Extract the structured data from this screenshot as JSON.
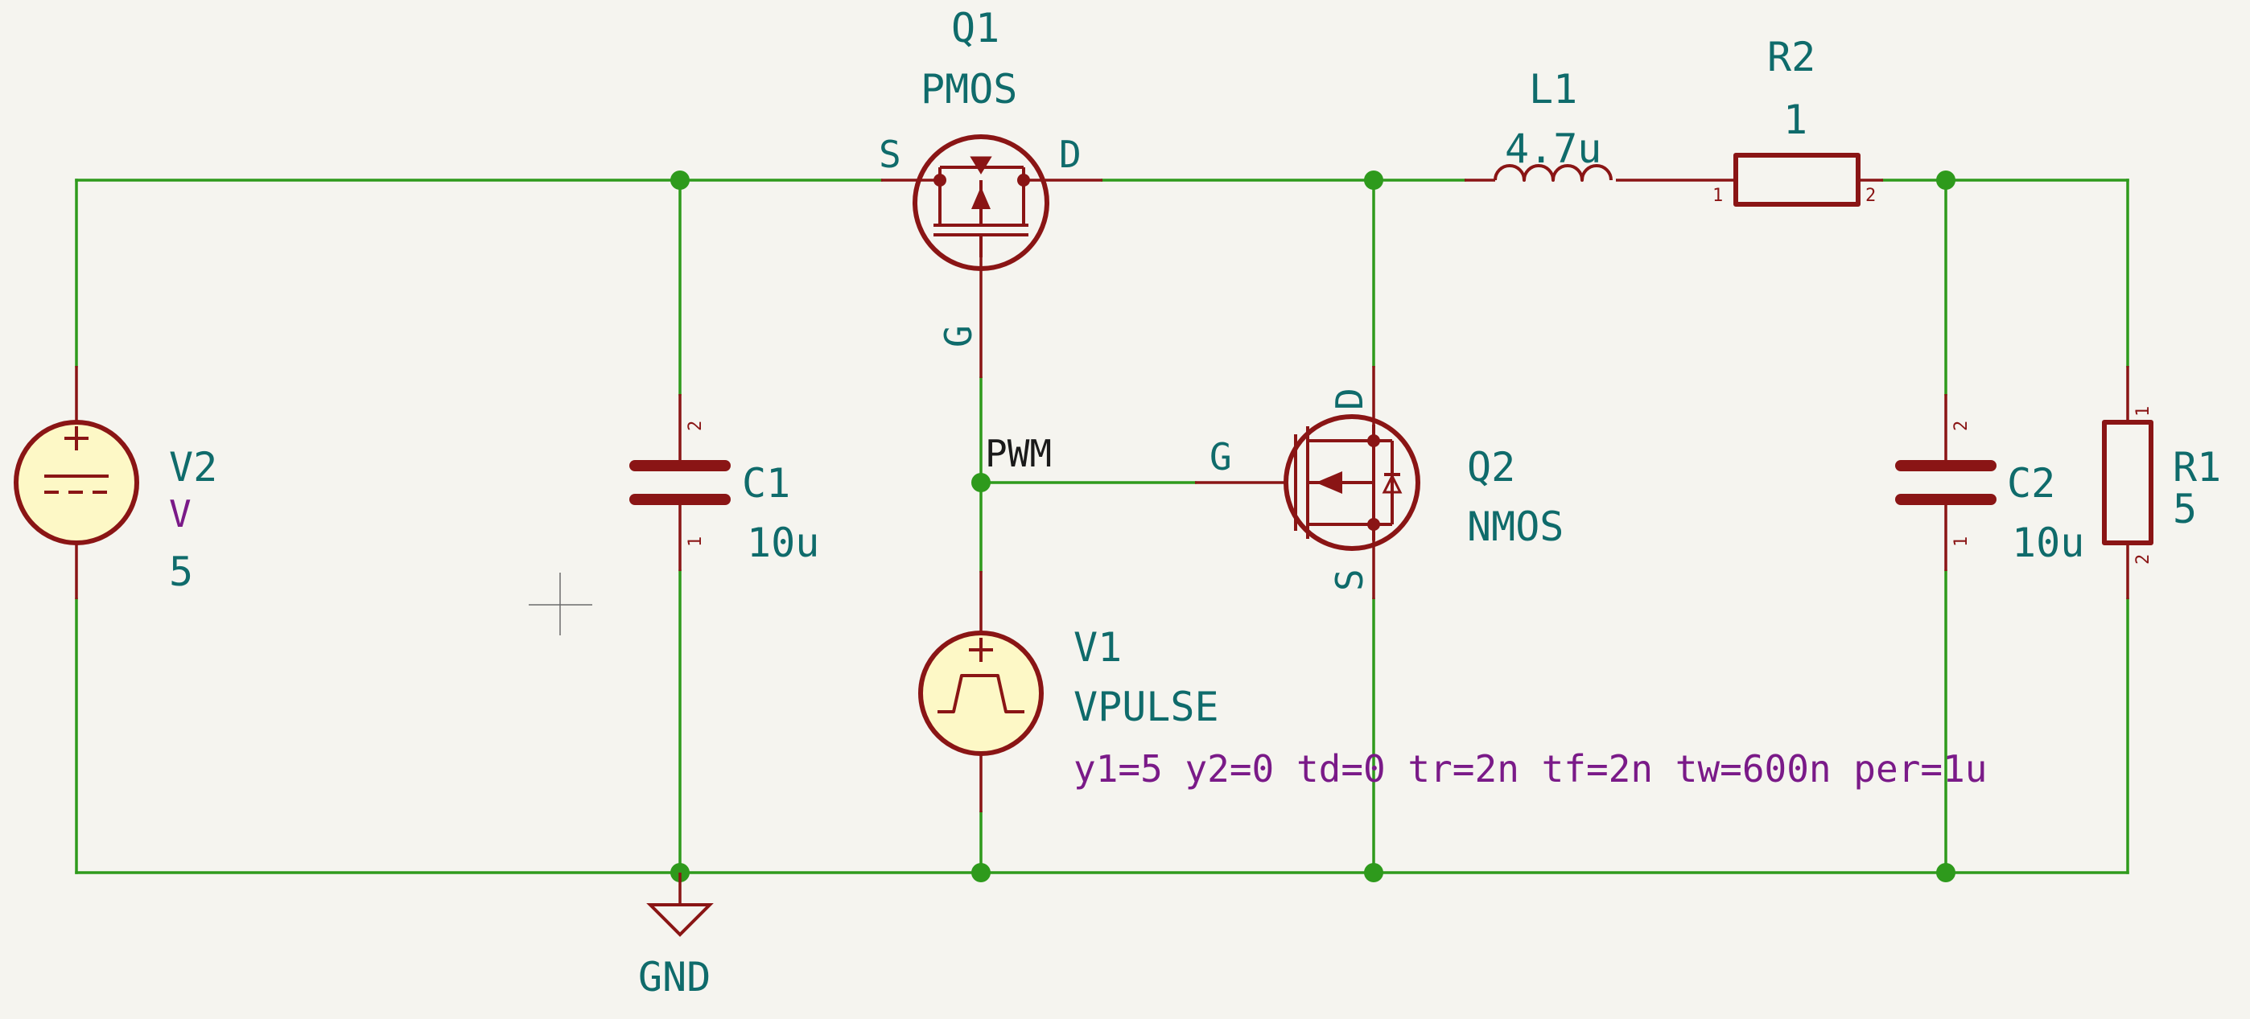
{
  "components": {
    "V2": {
      "ref": "V2",
      "value": "V",
      "param": "5"
    },
    "C1": {
      "ref": "C1",
      "value": "10u",
      "pin_top": "2",
      "pin_bottom": "1"
    },
    "Q1": {
      "ref": "Q1",
      "value": "PMOS",
      "pin_s": "S",
      "pin_d": "D",
      "pin_g": "G"
    },
    "Q2": {
      "ref": "Q2",
      "value": "NMOS",
      "pin_d": "D",
      "pin_g": "G",
      "pin_s": "S"
    },
    "V1": {
      "ref": "V1",
      "value": "VPULSE",
      "sim": "y1=5 y2=0 td=0 tr=2n tf=2n tw=600n per=1u"
    },
    "L1": {
      "ref": "L1",
      "value": "4.7u"
    },
    "R2": {
      "ref": "R2",
      "value": "1",
      "pin_left": "1",
      "pin_right": "2"
    },
    "C2": {
      "ref": "C2",
      "value": "10u",
      "pin_top": "2",
      "pin_bottom": "1"
    },
    "R1": {
      "ref": "R1",
      "value": "5",
      "pin_top": "1",
      "pin_bottom": "2"
    }
  },
  "nets": {
    "pwm": "PWM",
    "gnd": "GND"
  },
  "colors": {
    "background": "#f5f4ef",
    "wire": "#2e9a1c",
    "symbol": "#8a1515",
    "symbol_fill": "#fdf8c6",
    "text": "#0f6b6b",
    "sim_text": "#7a1a88"
  }
}
